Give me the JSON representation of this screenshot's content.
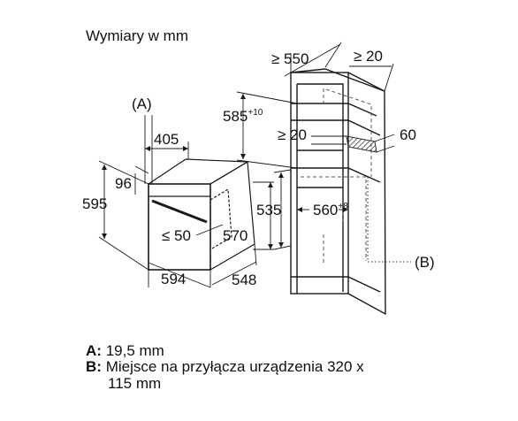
{
  "title": "Wymiary w mm",
  "callouts": {
    "a": "(A)",
    "b": "(B)"
  },
  "oven_dimensions": {
    "width": "594",
    "depth": "548",
    "height": "595",
    "panel_height": "96",
    "door_width": "405",
    "body_height": "570",
    "gap_limit": "≤ 50"
  },
  "cabinet_dimensions": {
    "depth_min": "≥ 550",
    "back_gap_min": "≥ 20",
    "niche_height": "585",
    "niche_height_tol": "+10",
    "vent_gap_min": "≥ 20",
    "vent_depth": "60",
    "niche_depth": "535",
    "niche_width": "560",
    "niche_width_tol": "+8"
  },
  "legend": [
    {
      "key": "A:",
      "text": "19,5 mm"
    },
    {
      "key": "B:",
      "text": "Miejsce na przyłącza urządzenia 320 x",
      "cont": "115 mm"
    }
  ],
  "colors": {
    "line": "#1a1a1a",
    "hidden": "#555555",
    "shade": "#2b2b2b"
  }
}
